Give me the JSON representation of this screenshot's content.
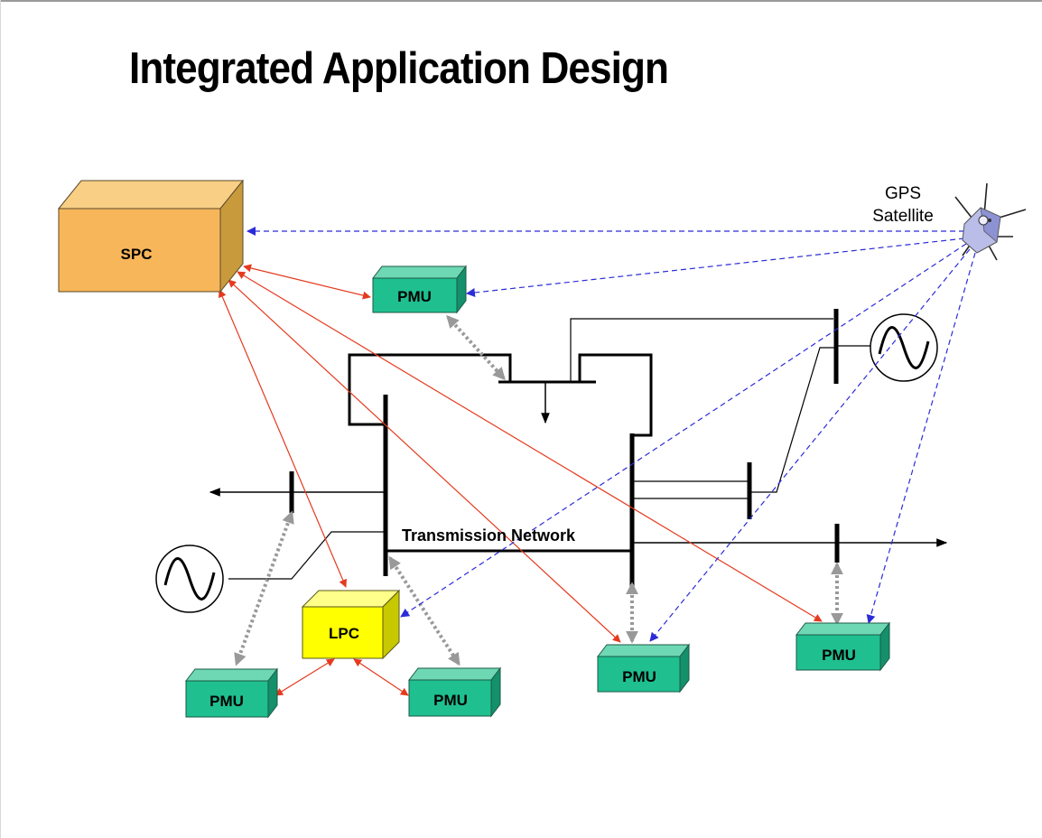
{
  "title": "Integrated Application Design",
  "labels": {
    "spc": "SPC",
    "lpc": "LPC",
    "pmu": "PMU",
    "gps_line1": "GPS",
    "gps_line2": "Satellite",
    "transmission_network": "Transmission Network"
  },
  "colors": {
    "spc_fill": "#f7b65a",
    "pmu_fill": "#1fbf8f",
    "lpc_fill": "#ffff00",
    "red_link": "#e53a1e",
    "blue_link": "#2b2bd9",
    "gray_link": "#999999"
  },
  "icons": [
    "satellite-icon",
    "generator-icon"
  ]
}
